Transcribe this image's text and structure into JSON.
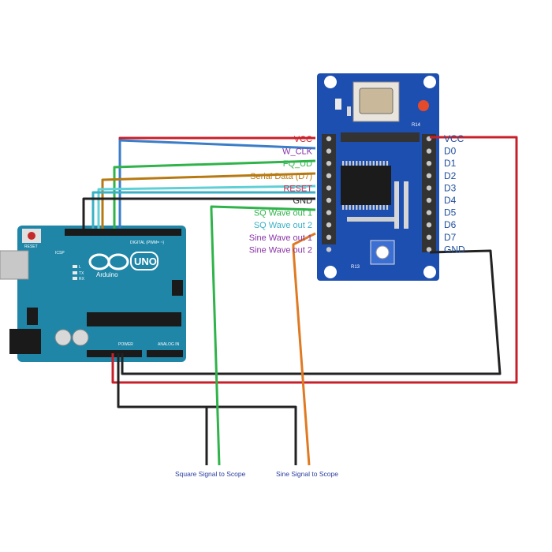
{
  "colors": {
    "vcc": "#c8202a",
    "wclk": "#3a7dc8",
    "fqud": "#2fb34a",
    "data": "#b77a12",
    "reset": "#cf2f57",
    "gnd": "#222222",
    "sq1": "#2fb34a",
    "sq2": "#3ab0c5",
    "sine1": "#8a35a8",
    "sine2": "#8a35a8",
    "cyan": "#5fd0d6",
    "orange": "#e07a22",
    "arduino_board": "#1f86a8",
    "module_board": "#1d4fb0"
  },
  "module": {
    "left_pins": [
      {
        "label": "VCC",
        "color_key": "vcc"
      },
      {
        "label": "W_CLK",
        "color_key": "sine1"
      },
      {
        "label": "FQ_UD",
        "color_key": "fqud"
      },
      {
        "label": "Serial Data (D7)",
        "color_key": "data"
      },
      {
        "label": "RESET",
        "color_key": "reset"
      },
      {
        "label": "GND",
        "color_key": "gnd"
      },
      {
        "label": "SQ Wave out 1",
        "color_key": "fqud"
      },
      {
        "label": "SQ Wave out 2",
        "color_key": "sq2"
      },
      {
        "label": "Sine Wave out 1",
        "color_key": "sine1"
      },
      {
        "label": "Sine Wave out 2",
        "color_key": "sine2"
      }
    ],
    "right_pins": [
      "VCC",
      "D0",
      "D1",
      "D2",
      "D3",
      "D4",
      "D5",
      "D6",
      "D7",
      "GND"
    ],
    "silk_crystal": "R14",
    "silk_r": "R13"
  },
  "arduino": {
    "logo": "UNO",
    "brand": "Arduino",
    "reset_text": "RESET",
    "icsp": "ICSP",
    "digital": "DIGITAL (PWM= ~)",
    "power": "POWER",
    "analog": "ANALOG IN",
    "tx": "TX",
    "rx": "RX",
    "l": "L"
  },
  "outputs": {
    "square": "Square Signal to Scope",
    "sine": "Sine Signal to Scope"
  }
}
